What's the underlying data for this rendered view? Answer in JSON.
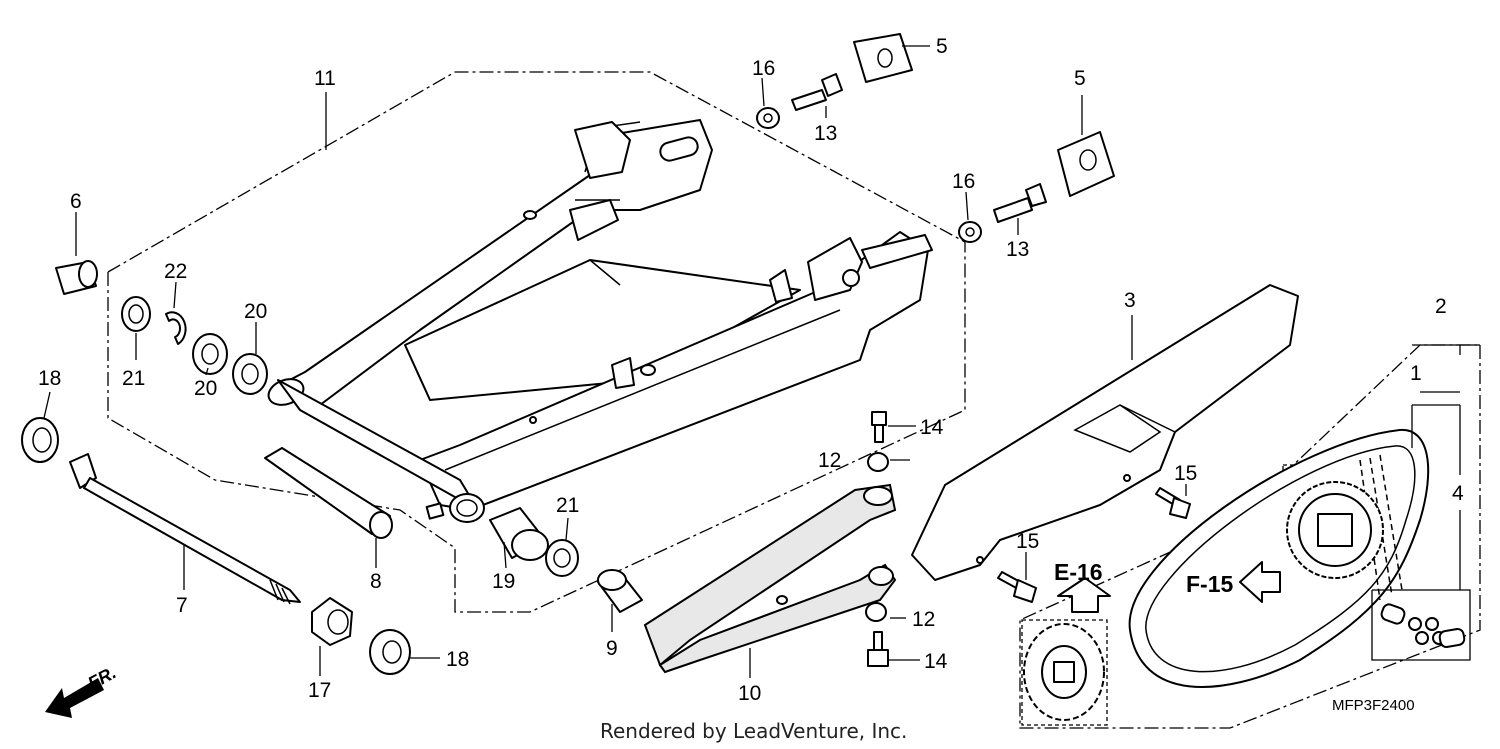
{
  "diagram": {
    "callouts": {
      "c1": "1",
      "c2": "2",
      "c3": "3",
      "c4": "4",
      "c5a": "5",
      "c5b": "5",
      "c6": "6",
      "c7": "7",
      "c8": "8",
      "c9": "9",
      "c10": "10",
      "c11": "11",
      "c12a": "12",
      "c12b": "12",
      "c13a": "13",
      "c13b": "13",
      "c14a": "14",
      "c14b": "14",
      "c15a": "15",
      "c15b": "15",
      "c16a": "16",
      "c16b": "16",
      "c17": "17",
      "c18a": "18",
      "c18b": "18",
      "c19": "19",
      "c20a": "20",
      "c20b": "20",
      "c21a": "21",
      "c21b": "21",
      "c22": "22"
    },
    "references": {
      "e16": "E-16",
      "f15": "F-15"
    },
    "front_label": "FR.",
    "drawing_code": "MFP3F2400",
    "footer": "Rendered by LeadVenture, Inc."
  }
}
